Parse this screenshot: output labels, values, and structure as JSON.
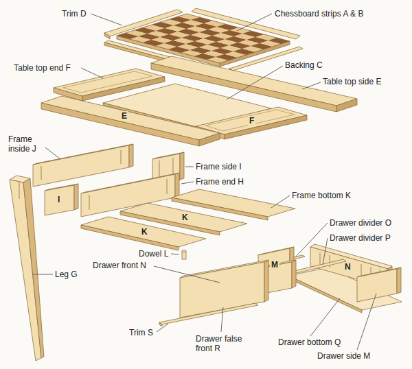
{
  "diagram": {
    "labels": [
      "Trim D",
      "Chessboard strips A & B",
      "Table top end F",
      "Backing C",
      "Table top side E",
      "E",
      "F",
      "Frame inside J",
      "Frame side I",
      "Frame end H",
      "I",
      "Frame bottom K",
      "K",
      "K",
      "Leg G",
      "Dowel L",
      "Drawer front N",
      "Drawer divider O",
      "Drawer divider P",
      "M",
      "N",
      "Trim S",
      "Drawer false front R",
      "Drawer bottom Q",
      "Drawer side M"
    ]
  }
}
